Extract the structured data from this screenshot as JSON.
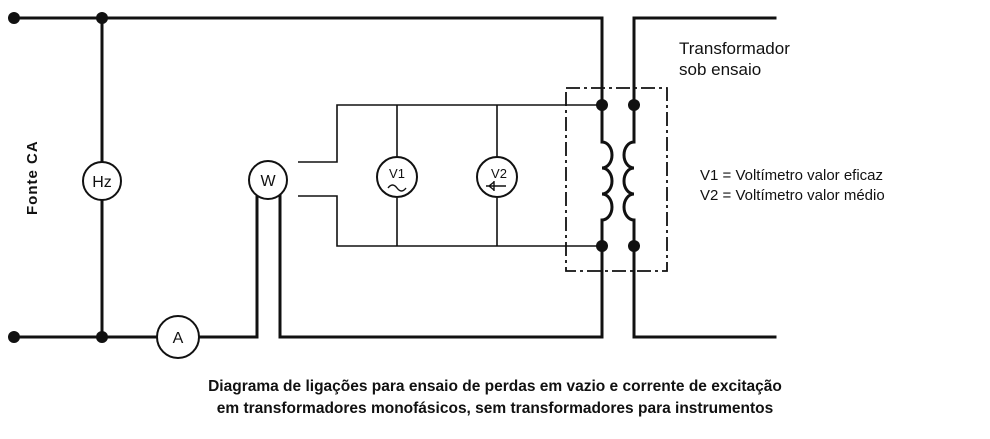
{
  "source_label": "Fonte  CA",
  "meters": {
    "frequency": "Hz",
    "wattmeter": "W",
    "ammeter": "A",
    "voltmeter_1": "V1",
    "voltmeter_2": "V2"
  },
  "transformer_label": {
    "line1": "Transformador",
    "line2": "sob ensaio"
  },
  "legend": {
    "line1": "V1 = Voltímetro  valor eficaz",
    "line2": "V2 = Voltímetro  valor médio"
  },
  "caption": {
    "line1": "Diagrama de ligações para ensaio de perdas em vazio e corrente de excitação",
    "line2": "em transformadores monofásicos, sem transformadores para instrumentos"
  }
}
